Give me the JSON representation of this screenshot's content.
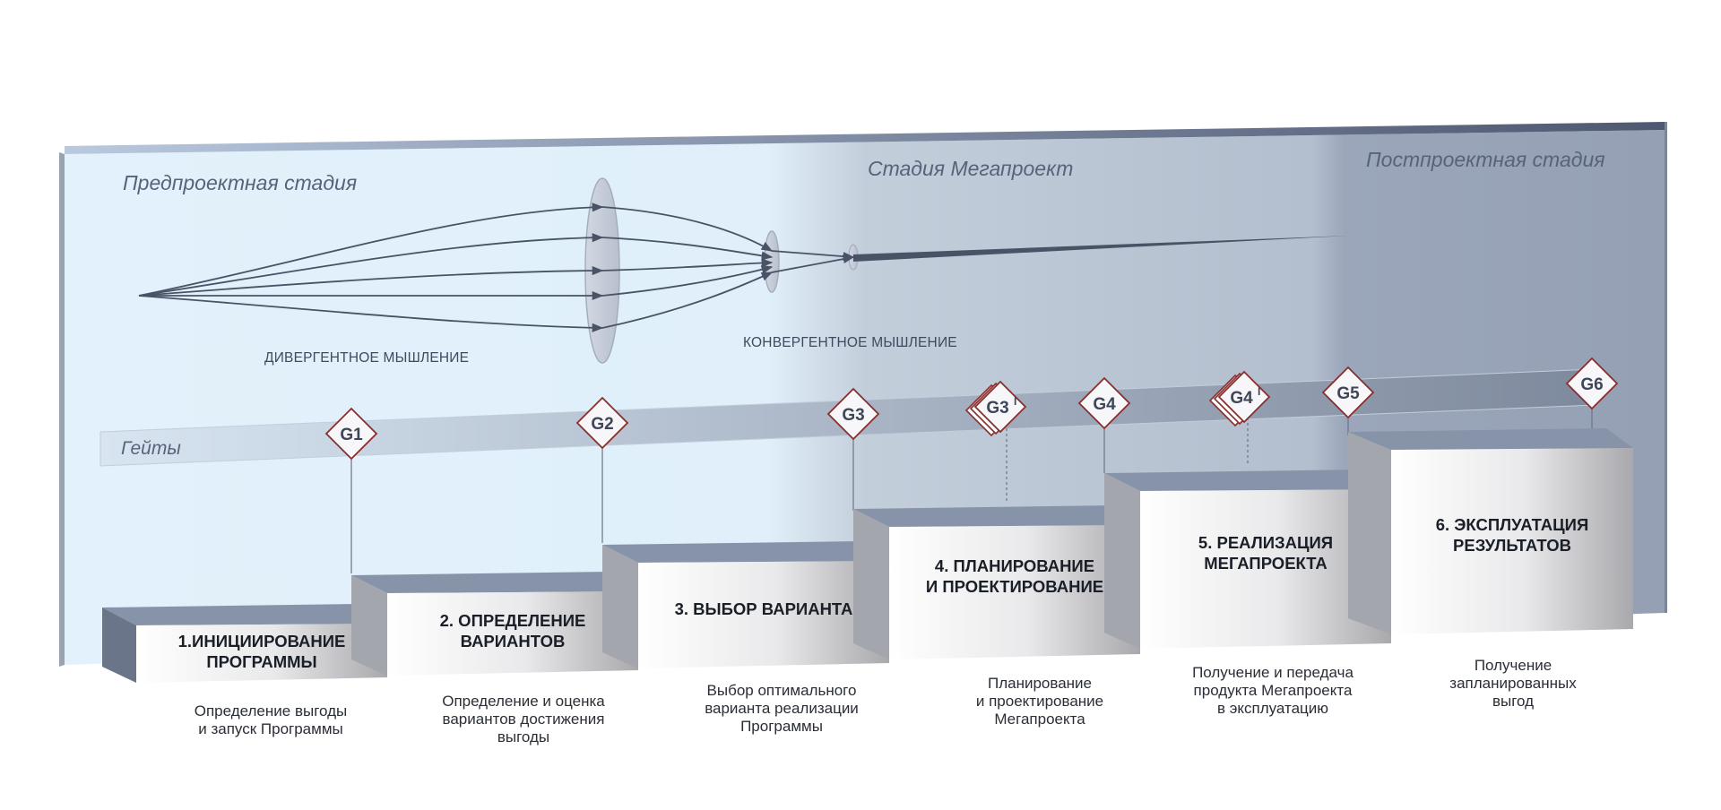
{
  "diagram": {
    "stages": [
      "Предпроектная стадия",
      "Стадия Мегапроект",
      "Постпроектная стадия"
    ],
    "thinking": {
      "divergent": "ДИВЕРГЕНТНОЕ МЫШЛЕНИЕ",
      "convergent": "КОНВЕРГЕНТНОЕ МЫШЛЕНИЕ"
    },
    "gates_label": "Гейты",
    "gates": [
      {
        "id": "G1",
        "label": "G1",
        "sup": ""
      },
      {
        "id": "G2",
        "label": "G2",
        "sup": ""
      },
      {
        "id": "G3",
        "label": "G3",
        "sup": ""
      },
      {
        "id": "G3i",
        "label": "G3",
        "sup": "I"
      },
      {
        "id": "G4",
        "label": "G4",
        "sup": ""
      },
      {
        "id": "G4i",
        "label": "G4",
        "sup": "I"
      },
      {
        "id": "G5",
        "label": "G5",
        "sup": ""
      },
      {
        "id": "G6",
        "label": "G6",
        "sup": ""
      }
    ],
    "steps": [
      {
        "title": [
          "1.ИНИЦИИРОВАНИЕ",
          "ПРОГРАММЫ"
        ],
        "desc": [
          "Определение выгоды",
          "и запуск Программы"
        ]
      },
      {
        "title": [
          "2. ОПРЕДЕЛЕНИЕ",
          "ВАРИАНТОВ"
        ],
        "desc": [
          "Определение и оценка",
          "вариантов достижения",
          "выгоды"
        ]
      },
      {
        "title": [
          "3. ВЫБОР ВАРИАНТА"
        ],
        "desc": [
          "Выбор оптимального",
          "варианта реализации",
          "Программы"
        ]
      },
      {
        "title": [
          "4. ПЛАНИРОВАНИЕ",
          "И ПРОЕКТИРОВАНИЕ"
        ],
        "desc": [
          "Планирование",
          "и проектирование",
          "Мегапроекта"
        ]
      },
      {
        "title": [
          "5. РЕАЛИЗАЦИЯ",
          "МЕГАПРОЕКТА"
        ],
        "desc": [
          "Получение и передача",
          "продукта Мегапроекта",
          "в эксплуатацию"
        ]
      },
      {
        "title": [
          "6. ЭКСПЛУАТАЦИЯ",
          "РЕЗУЛЬТАТОВ"
        ],
        "desc": [
          "Получение",
          "запланированных",
          "выгод"
        ]
      }
    ],
    "colors": {
      "pre_stage": "#e2f1fb",
      "mid_stage": "#b8c3d2",
      "post_stage": "#98a3b8",
      "gate_border": "#8a2d2d",
      "gate_fill": "#ffffff",
      "step_top": "#7d889d",
      "text_dark": "#1a1e26"
    }
  }
}
